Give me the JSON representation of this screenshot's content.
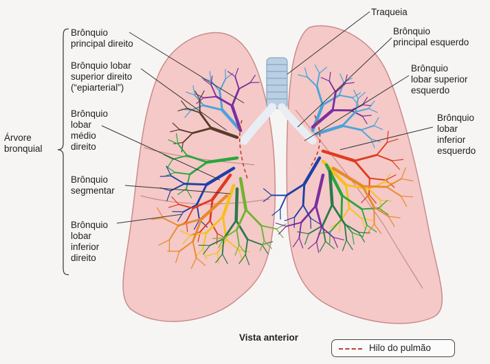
{
  "group_label": [
    "Árvore",
    "bronquial"
  ],
  "labels_left": {
    "main_right": [
      "Brônquio",
      "principal direito"
    ],
    "upper_right": [
      "Brônquio lobar",
      "superior direito",
      "(“epiarterial”)"
    ],
    "middle_right": [
      "Brônquio",
      "lobar",
      "médio",
      "direito"
    ],
    "segmental": [
      "Brônquio",
      "segmentar"
    ],
    "lower_right": [
      "Brônquio",
      "lobar",
      "inferior",
      "direito"
    ]
  },
  "labels_right": {
    "trachea": [
      "Traqueia"
    ],
    "main_left": [
      "Brônquio",
      "principal esquerdo"
    ],
    "upper_left": [
      "Brônquio",
      "lobar superior",
      "esquerdo"
    ],
    "lower_left": [
      "Brônquio",
      "lobar",
      "inferior",
      "esquerdo"
    ]
  },
  "caption": "Vista anterior",
  "legend": {
    "label": "Hilo do pulmão",
    "line_color": "#c0392b"
  },
  "colors": {
    "lung_fill": "#f4c9c7",
    "lung_edge": "#c98a8a",
    "trachea": "#b9cfe3",
    "bronchus_main": "#e8eef4",
    "segments": [
      "#1e3fa8",
      "#7b2fa0",
      "#2aa63c",
      "#e03a1e",
      "#f2c21b",
      "#e8892a",
      "#4aa3d9",
      "#5a3c2a",
      "#6fb32e",
      "#2b7a4a"
    ]
  }
}
